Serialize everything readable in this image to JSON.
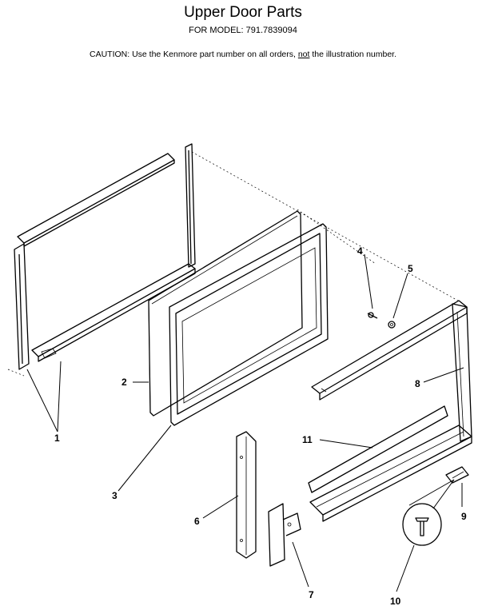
{
  "header": {
    "title": "Upper Door Parts",
    "model_label": "FOR MODEL:",
    "model_number": "791.7839094"
  },
  "caution": {
    "prefix": "CAUTION:  Use the Kenmore part number on all orders, ",
    "emphasis": "not",
    "suffix": " the illustration number."
  },
  "callouts": {
    "c1": "1",
    "c2": "2",
    "c3": "3",
    "c4": "4",
    "c5": "5",
    "c6": "6",
    "c7": "7",
    "c8": "8",
    "c9": "9",
    "c10": "10",
    "c11": "11"
  }
}
